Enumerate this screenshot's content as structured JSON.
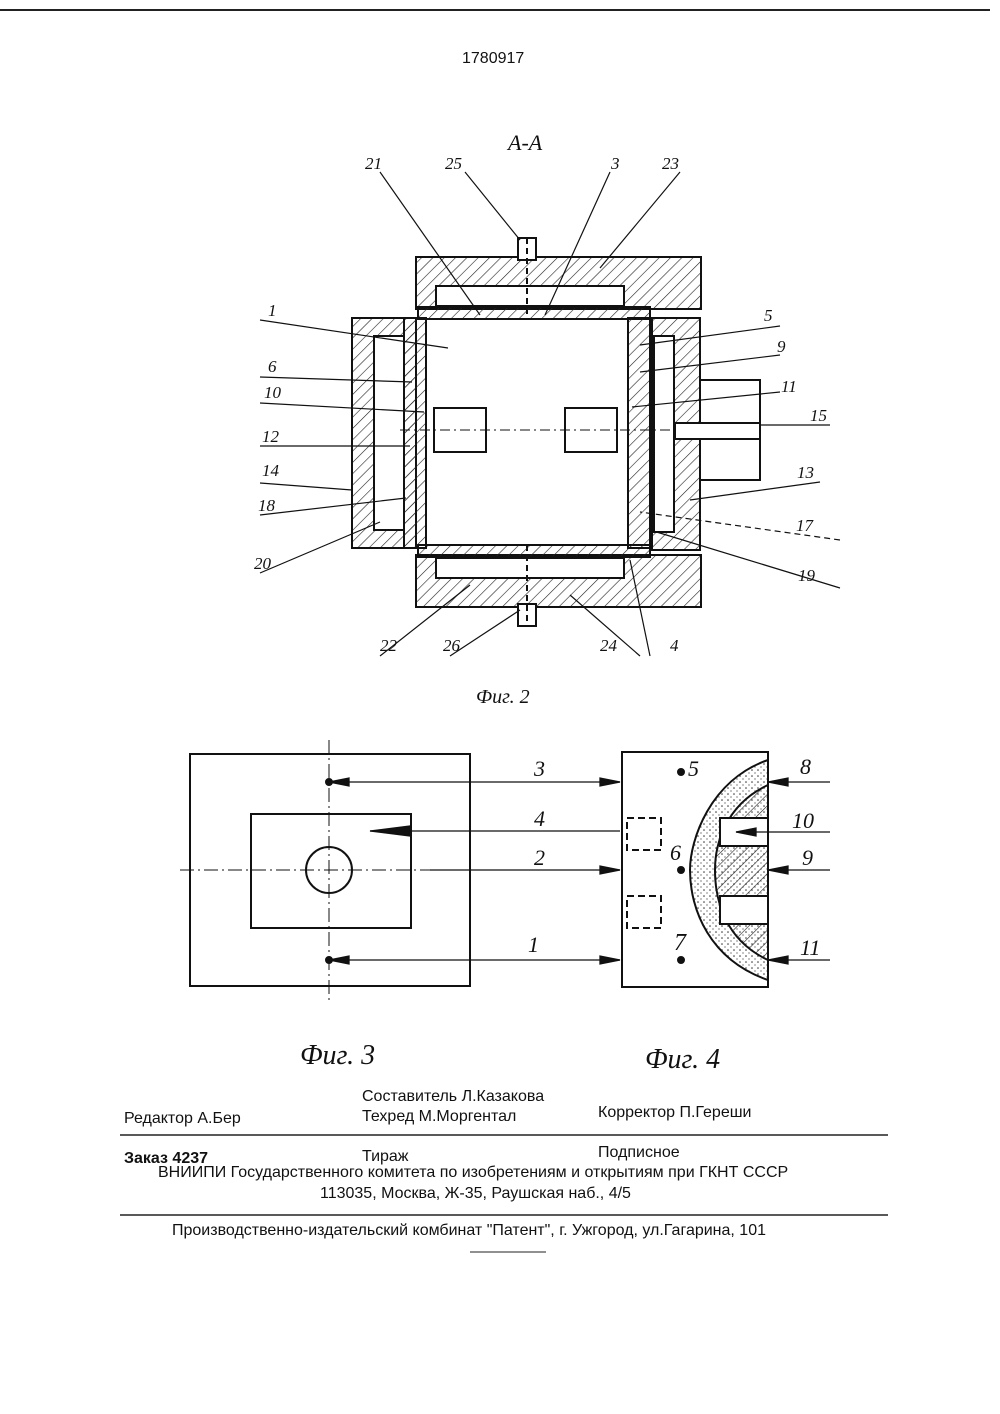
{
  "header": {
    "patent_number": "1780917"
  },
  "fig2": {
    "section": "А-А",
    "caption": "Фиг. 2",
    "labels": [
      "21",
      "25",
      "3",
      "23",
      "1",
      "5",
      "6",
      "9",
      "10",
      "11",
      "15",
      "12",
      "14",
      "13",
      "18",
      "17",
      "20",
      "19",
      "22",
      "26",
      "24",
      "4"
    ]
  },
  "fig3": {
    "caption": "Фиг. 3",
    "labels": [
      "3",
      "4",
      "2",
      "1"
    ]
  },
  "fig4": {
    "caption": "Фиг. 4",
    "labels": [
      "5",
      "6",
      "7",
      "8",
      "10",
      "9",
      "11"
    ]
  },
  "colophon": {
    "compiler": "Составитель  Л.Казакова",
    "editor": "Редактор А.Бер",
    "techred": "Техред М.Моргентал",
    "corrector": "Корректор  П.Гереши",
    "order": "Заказ  4237",
    "circulation": "Тираж",
    "subscription": "Подписное",
    "vniipi": "ВНИИПИ Государственного комитета по изобретениям и открытиям при ГКНТ СССР",
    "address": "113035, Москва, Ж-35, Раушская наб., 4/5",
    "publisher": "Производственно-издательский комбинат \"Патент\", г. Ужгород, ул.Гагарина, 101"
  }
}
